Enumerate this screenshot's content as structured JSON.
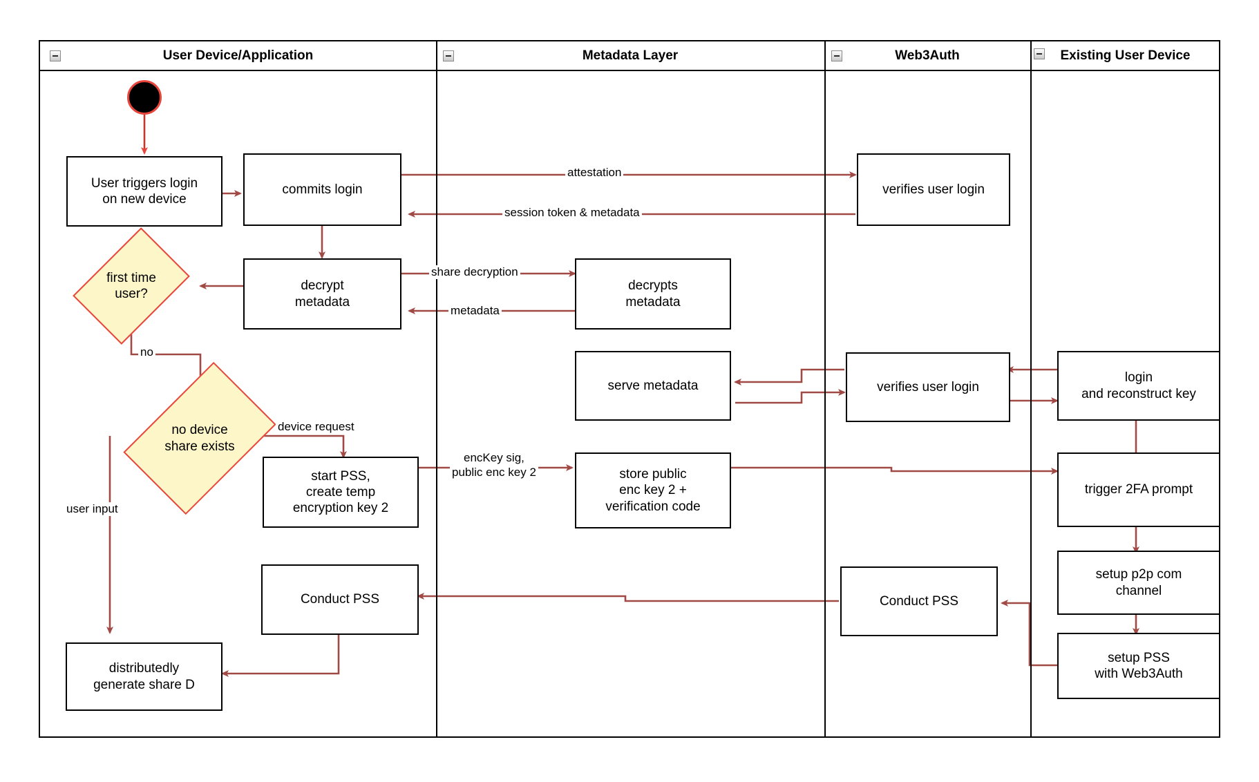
{
  "diagram": {
    "title": "Web3Auth new-device login swimlane flow",
    "accent_arrow_color": "#a14a45",
    "decision_fill": "#fdf6c8",
    "decision_border": "#e8453c",
    "start_border": "#e8453c",
    "node_border": "#000000"
  },
  "lanes": [
    {
      "id": "lane-user-device",
      "label": "User Device/Application",
      "collapse_icon": "collapse-icon"
    },
    {
      "id": "lane-metadata",
      "label": "Metadata Layer",
      "collapse_icon": "collapse-icon"
    },
    {
      "id": "lane-web3auth",
      "label": "Web3Auth",
      "collapse_icon": "collapse-icon"
    },
    {
      "id": "lane-existing-device",
      "label": "Existing User Device",
      "collapse_icon": "collapse-icon"
    }
  ],
  "nodes": [
    {
      "id": "start",
      "type": "start",
      "lane": "lane-user-device",
      "label": ""
    },
    {
      "id": "user-triggers-login",
      "type": "activity",
      "lane": "lane-user-device",
      "label": "User triggers login\non new device"
    },
    {
      "id": "commits-login",
      "type": "activity",
      "lane": "lane-user-device",
      "label": "commits login"
    },
    {
      "id": "decrypt-metadata",
      "type": "activity",
      "lane": "lane-user-device",
      "label": "decrypt\nmetadata"
    },
    {
      "id": "first-time-user",
      "type": "decision",
      "lane": "lane-user-device",
      "label": "first time\nuser?"
    },
    {
      "id": "no-device-share",
      "type": "decision",
      "lane": "lane-user-device",
      "label": "no device\nshare exists"
    },
    {
      "id": "start-pss",
      "type": "activity",
      "lane": "lane-user-device",
      "label": "start PSS,\ncreate temp\nencryption key 2"
    },
    {
      "id": "conduct-pss-user",
      "type": "activity",
      "lane": "lane-user-device",
      "label": "Conduct PSS"
    },
    {
      "id": "generate-share-d",
      "type": "activity",
      "lane": "lane-user-device",
      "label": "distributedly\ngenerate share D"
    },
    {
      "id": "decrypts-metadata",
      "type": "activity",
      "lane": "lane-metadata",
      "label": "decrypts\nmetadata"
    },
    {
      "id": "serve-metadata",
      "type": "activity",
      "lane": "lane-metadata",
      "label": "serve metadata"
    },
    {
      "id": "store-public-enc-key",
      "type": "activity",
      "lane": "lane-metadata",
      "label": "store public\nenc key 2 +\nverification code"
    },
    {
      "id": "verifies-user-login-1",
      "type": "activity",
      "lane": "lane-web3auth",
      "label": "verifies user login"
    },
    {
      "id": "verifies-user-login-2",
      "type": "activity",
      "lane": "lane-web3auth",
      "label": "verifies user login"
    },
    {
      "id": "conduct-pss-web3auth",
      "type": "activity",
      "lane": "lane-web3auth",
      "label": "Conduct PSS"
    },
    {
      "id": "login-reconstruct",
      "type": "activity",
      "lane": "lane-existing-device",
      "label": "login\nand reconstruct key"
    },
    {
      "id": "trigger-2fa",
      "type": "activity",
      "lane": "lane-existing-device",
      "label": "trigger 2FA prompt"
    },
    {
      "id": "setup-p2p",
      "type": "activity",
      "lane": "lane-existing-device",
      "label": "setup p2p com\nchannel"
    },
    {
      "id": "setup-pss-web3auth",
      "type": "activity",
      "lane": "lane-existing-device",
      "label": "setup PSS\nwith Web3Auth"
    }
  ],
  "edge_labels": [
    {
      "id": "edge-attestation",
      "text": "attestation"
    },
    {
      "id": "edge-session-token",
      "text": "session token & metadata"
    },
    {
      "id": "edge-share-decryption",
      "text": "share decryption"
    },
    {
      "id": "edge-metadata",
      "text": "metadata"
    },
    {
      "id": "edge-no",
      "text": "no"
    },
    {
      "id": "edge-device-request",
      "text": "device request"
    },
    {
      "id": "edge-user-input",
      "text": "user input"
    },
    {
      "id": "edge-enckey-sig",
      "text": "encKey sig,\npublic enc key 2"
    }
  ]
}
